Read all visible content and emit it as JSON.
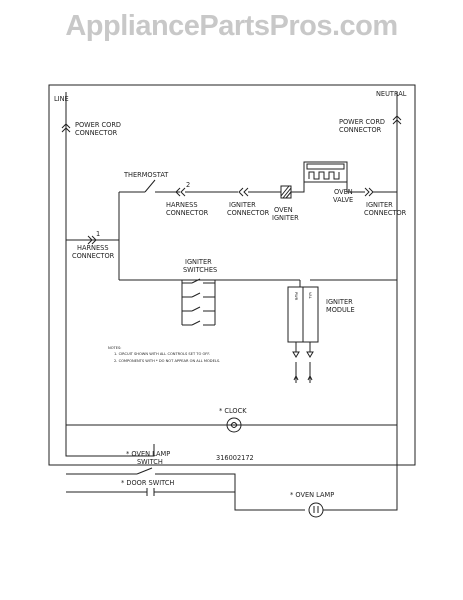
{
  "watermark": "AppliancePartsPros.com",
  "labels": {
    "line": "LINE",
    "neutral": "NEUTRAL",
    "power_cord_left_1": "POWER CORD",
    "power_cord_left_2": "CONNECTOR",
    "power_cord_right_1": "POWER CORD",
    "power_cord_right_2": "CONNECTOR",
    "thermostat": "THERMOSTAT",
    "harness_top_1": "HARNESS",
    "harness_top_2": "CONNECTOR",
    "igniter_conn_1": "IGNITER",
    "igniter_conn_2": "CONNECTOR",
    "oven_igniter_1": "OVEN",
    "oven_igniter_2": "IGNITER",
    "oven_valve_1": "OVEN",
    "oven_valve_2": "VALVE",
    "igniter_conn_r_1": "IGNITER",
    "igniter_conn_r_2": "CONNECTOR",
    "harness_left_1": "HARNESS",
    "harness_left_2": "CONNECTOR",
    "igniter_switches_1": "IGNITER",
    "igniter_switches_2": "SWITCHES",
    "igniter_module_1": "IGNITER",
    "igniter_module_2": "MODULE",
    "module_pwr": "PWR",
    "module_val": "VAL",
    "pin_1": "1",
    "pin_2": "2",
    "notes_title": "NOTES:",
    "note_1": "1. CIRCUIT SHOWN WITH ALL CONTROLS SET TO OFF.",
    "note_2": "2. COMPONENTS WITH * DO NOT APPEAR ON ALL MODELS.",
    "clock": "* CLOCK",
    "oven_lamp_switch_1": "* OVEN LAMP",
    "oven_lamp_switch_2": "SWITCH",
    "door_switch": "* DOOR SWITCH",
    "oven_lamp": "* OVEN LAMP",
    "part_number": "316002172"
  },
  "colors": {
    "line": "#222222",
    "watermark": "#c8c8c8"
  }
}
